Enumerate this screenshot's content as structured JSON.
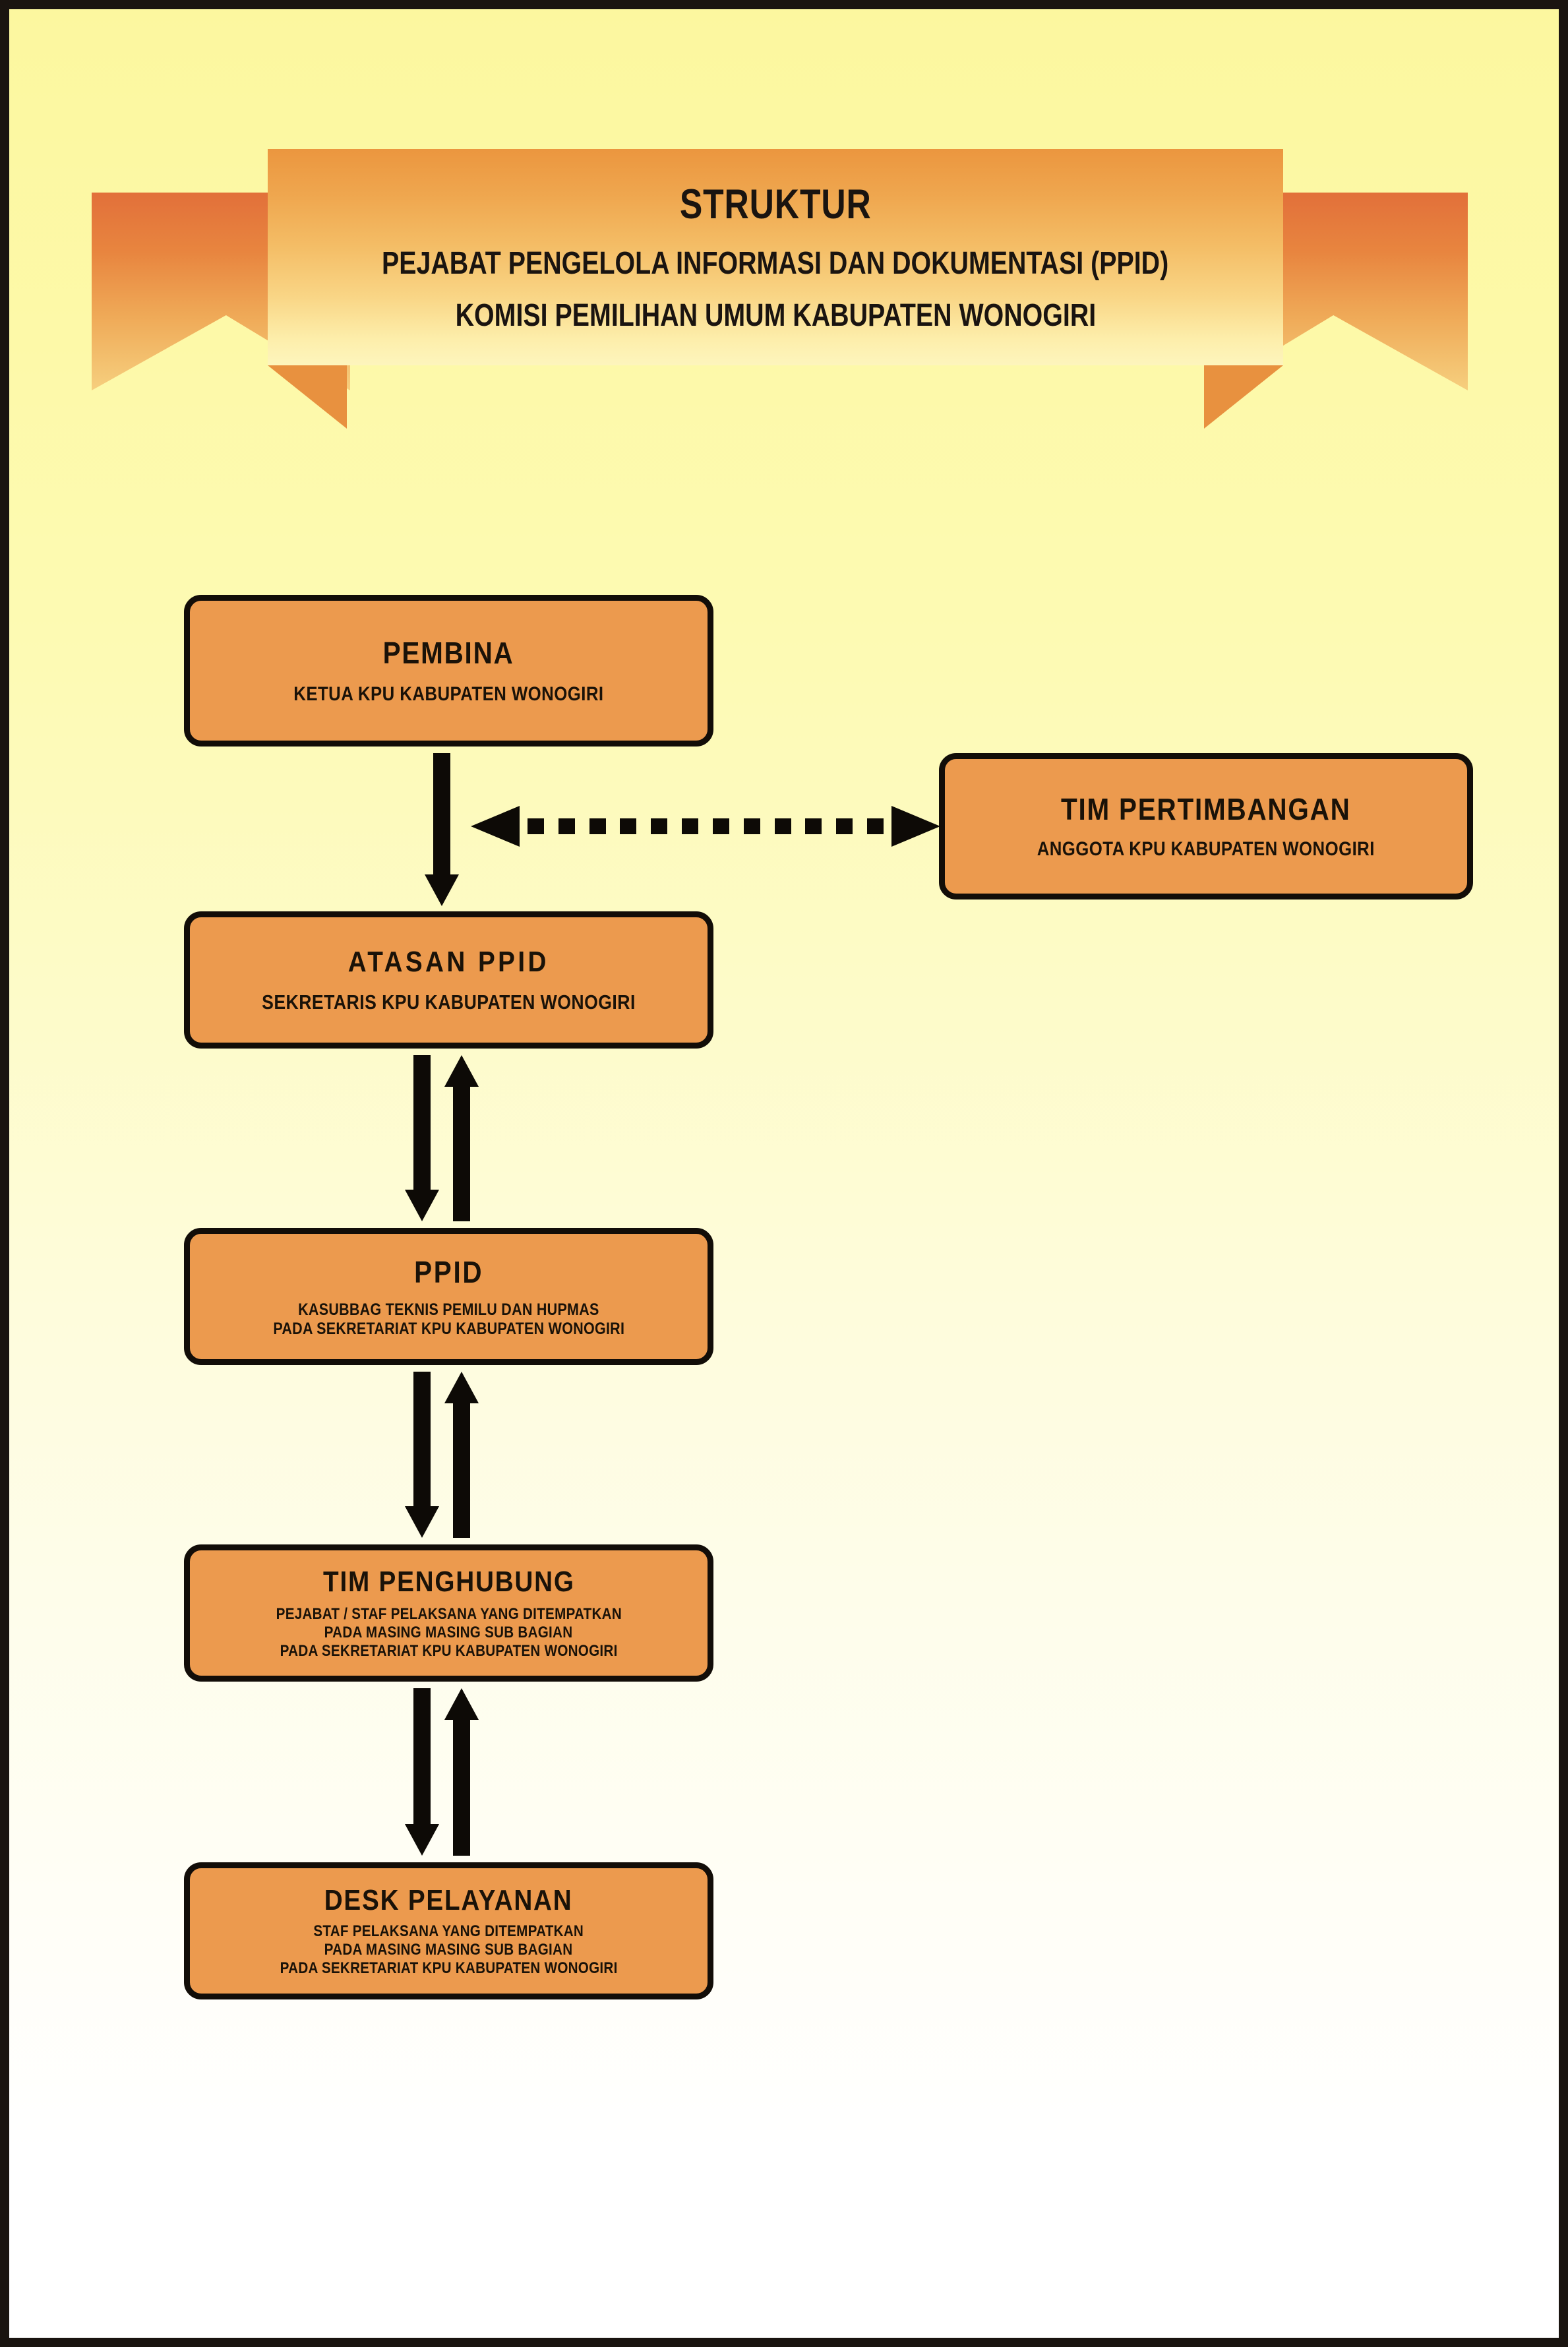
{
  "banner": {
    "line1": "STRUKTUR",
    "line2": "PEJABAT PENGELOLA INFORMASI DAN DOKUMENTASI (PPID)",
    "line3": "KOMISI PEMILIHAN UMUM KABUPATEN WONOGIRI"
  },
  "colors": {
    "frame": "#1a1410",
    "box_fill": "#ec9a4e",
    "box_border": "#120d08",
    "ribbon_tail": "#e2703a",
    "ribbon_panel": "#eb963f",
    "background_top": "#fcf79f",
    "background_bottom": "#ffffff",
    "arrow": "#0d0a06"
  },
  "nodes": {
    "pembina": {
      "title": "PEMBINA",
      "subtitle_lines": [
        "KETUA KPU KABUPATEN WONOGIRI"
      ]
    },
    "tim_pertimbangan": {
      "title": "TIM PERTIMBANGAN",
      "subtitle_lines": [
        "ANGGOTA KPU KABUPATEN WONOGIRI"
      ]
    },
    "atasan_ppid": {
      "title": "ATASAN PPID",
      "subtitle_lines": [
        "SEKRETARIS KPU KABUPATEN WONOGIRI"
      ]
    },
    "ppid": {
      "title": "PPID",
      "subtitle_lines": [
        "KASUBBAG TEKNIS PEMILU DAN HUPMAS",
        "PADA SEKRETARIAT KPU KABUPATEN WONOGIRI"
      ]
    },
    "tim_penghubung": {
      "title": "TIM PENGHUBUNG",
      "subtitle_lines": [
        "PEJABAT / STAF PELAKSANA YANG DITEMPATKAN",
        "PADA MASING MASING SUB BAGIAN",
        "PADA SEKRETARIAT KPU KABUPATEN WONOGIRI"
      ]
    },
    "desk_pelayanan": {
      "title": "DESK PELAYANAN",
      "subtitle_lines": [
        "STAF PELAKSANA YANG DITEMPATKAN",
        "PADA MASING MASING SUB BAGIAN",
        "PADA SEKRETARIAT KPU KABUPATEN WONOGIRI"
      ]
    }
  },
  "connectors": [
    {
      "from": "pembina",
      "to": "atasan_ppid",
      "style": "solid",
      "direction": "down"
    },
    {
      "from": "pembina",
      "to": "tim_pertimbangan",
      "style": "dashed",
      "direction": "bidirectional",
      "dash_count": 12
    },
    {
      "from": "atasan_ppid",
      "to": "ppid",
      "style": "solid",
      "direction": "bidirectional"
    },
    {
      "from": "ppid",
      "to": "tim_penghubung",
      "style": "solid",
      "direction": "bidirectional"
    },
    {
      "from": "tim_penghubung",
      "to": "desk_pelayanan",
      "style": "solid",
      "direction": "bidirectional"
    }
  ]
}
